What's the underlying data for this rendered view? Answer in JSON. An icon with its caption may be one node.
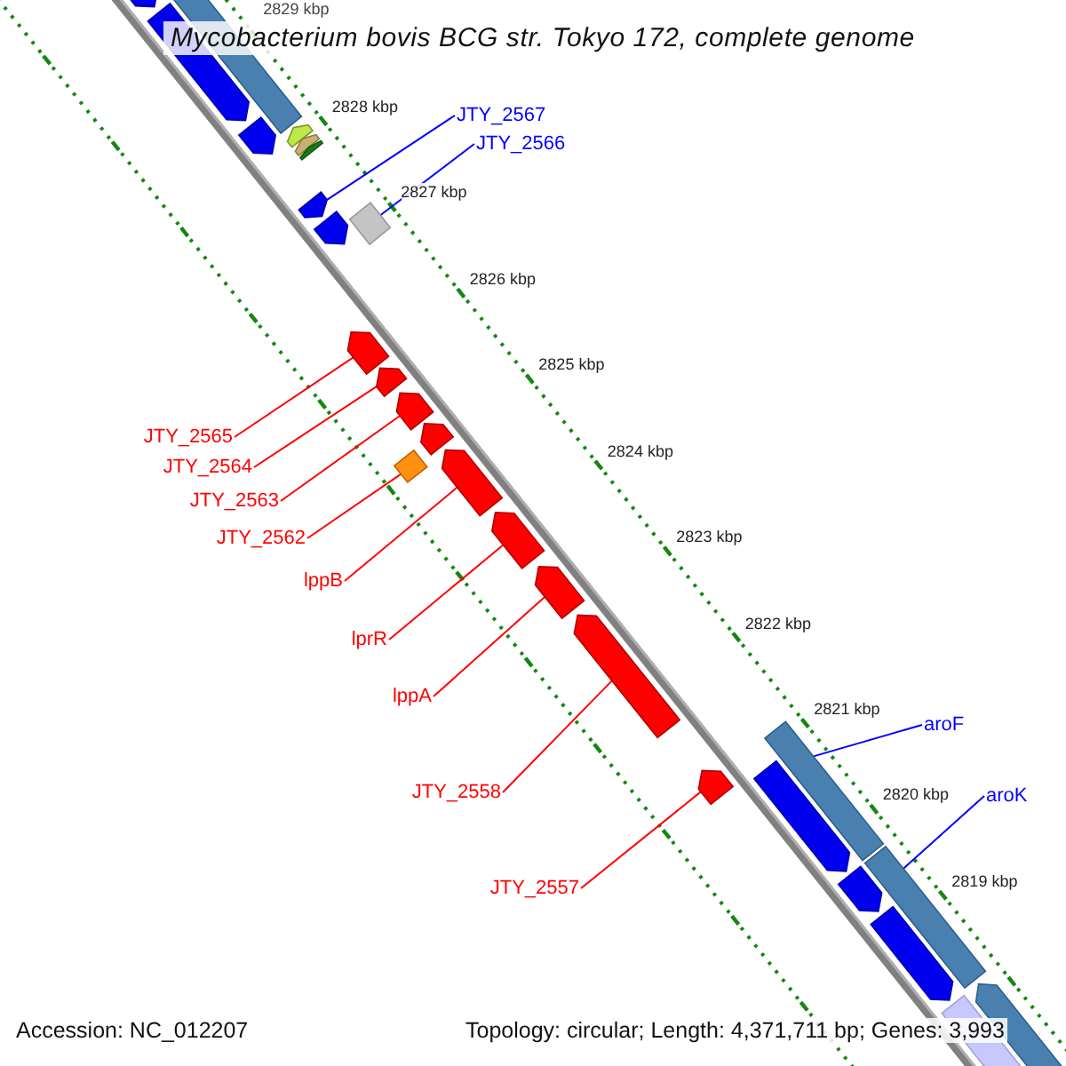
{
  "diagram": {
    "title": "Mycobacterium bovis BCG str. Tokyo 172, complete genome",
    "nodes": [
      {
        "text": [
          "JTY_2567"
        ]
      },
      {
        "text": [
          "JTY_2566"
        ]
      },
      {
        "text": [
          "JTY_2565"
        ]
      },
      {
        "text": [
          "JTY_2564"
        ]
      },
      {
        "text": [
          "JTY_2563"
        ]
      },
      {
        "text": [
          "JTY_2562"
        ]
      },
      {
        "text": [
          "lppB"
        ]
      },
      {
        "text": [
          "lprR"
        ]
      },
      {
        "text": [
          "lppA"
        ]
      },
      {
        "text": [
          "aroF"
        ]
      },
      {
        "text": [
          "JTY_2558"
        ]
      },
      {
        "text": [
          "aroK"
        ]
      },
      {
        "text": [
          "JTY_2557"
        ]
      },
      {
        "text": [],
        "shape": "arrow"
      },
      {
        "text": [],
        "shape": "box"
      },
      {
        "text": [],
        "shape": "arrow"
      },
      {
        "text": [],
        "shape": "arrow"
      },
      {
        "text": [],
        "shape": "arrow"
      },
      {
        "text": [],
        "shape": "box"
      },
      {
        "text": [],
        "shape": "arrow"
      },
      {
        "text": [],
        "shape": "arrow"
      },
      {
        "text": [],
        "shape": "arrow"
      },
      {
        "text": [],
        "shape": "arrow"
      },
      {
        "text": [],
        "shape": "arrow"
      },
      {
        "text": [],
        "shape": "bar"
      },
      {
        "text": [],
        "shape": "bar"
      }
    ],
    "edges": [
      {
        "from": 0,
        "to": 13,
        "arrow": "none",
        "color": "#0000ff"
      },
      {
        "from": 1,
        "to": 14,
        "arrow": "none",
        "color": "#0000ff"
      },
      {
        "from": 2,
        "to": 15,
        "arrow": "none"
      },
      {
        "from": 3,
        "to": 16,
        "arrow": "none"
      },
      {
        "from": 4,
        "to": 17,
        "arrow": "none"
      },
      {
        "from": 5,
        "to": 18,
        "arrow": "none"
      },
      {
        "from": 6,
        "to": 19,
        "arrow": "none"
      },
      {
        "from": 7,
        "to": 20,
        "arrow": "none"
      },
      {
        "from": 8,
        "to": 21,
        "arrow": "none"
      },
      {
        "from": 9,
        "to": 24,
        "arrow": "none",
        "color": "#0000ff"
      },
      {
        "from": 10,
        "to": 22,
        "arrow": "none"
      },
      {
        "from": 11,
        "to": 25,
        "arrow": "none",
        "color": "#0000ff"
      },
      {
        "from": 12,
        "to": 23,
        "arrow": "none"
      }
    ],
    "labels": [
      "2829 kbp",
      "2828 kbp",
      "2827 kbp",
      "2826 kbp",
      "2825 kbp",
      "2824 kbp",
      "2823 kbp",
      "2822 kbp",
      "2821 kbp",
      "2820 kbp",
      "2819 kbp",
      "Accession: NC_012207",
      "Topology: circular; Length: 4,371,711 bp; Genes: 3,993"
    ]
  }
}
